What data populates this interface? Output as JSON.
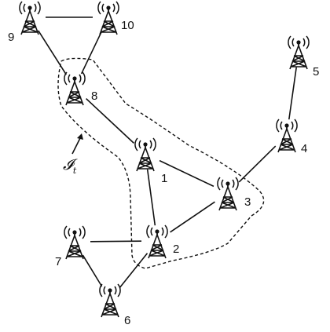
{
  "nodes": [
    {
      "id": "1",
      "label": "1"
    },
    {
      "id": "2",
      "label": "2"
    },
    {
      "id": "3",
      "label": "3"
    },
    {
      "id": "4",
      "label": "4"
    },
    {
      "id": "5",
      "label": "5"
    },
    {
      "id": "6",
      "label": "6"
    },
    {
      "id": "7",
      "label": "7"
    },
    {
      "id": "8",
      "label": "8"
    },
    {
      "id": "9",
      "label": "9"
    },
    {
      "id": "10",
      "label": "10"
    }
  ],
  "edges": [
    [
      "9",
      "10"
    ],
    [
      "9",
      "8"
    ],
    [
      "10",
      "8"
    ],
    [
      "8",
      "1"
    ],
    [
      "1",
      "2"
    ],
    [
      "1",
      "3"
    ],
    [
      "2",
      "3"
    ],
    [
      "3",
      "4"
    ],
    [
      "4",
      "5"
    ],
    [
      "7",
      "2"
    ],
    [
      "7",
      "6"
    ],
    [
      "6",
      "2"
    ]
  ],
  "region": {
    "name_main": "𝓘",
    "name_sub": "t",
    "members": [
      "8",
      "1",
      "3",
      "2"
    ]
  },
  "icon": "radio-tower-icon"
}
